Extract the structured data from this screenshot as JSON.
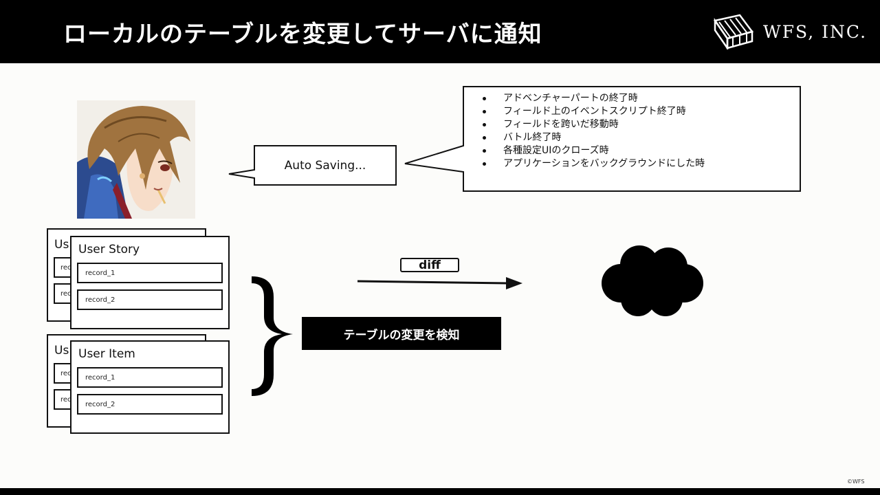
{
  "slide": {
    "title": "ローカルのテーブルを変更してサーバに通知",
    "company": "WFS, INC.",
    "copyright": "©WFS"
  },
  "speech": {
    "text": "Auto Saving..."
  },
  "events": {
    "items": [
      "アドベンチャーパートの終了時",
      "フィールド上のイベントスクリプト終了時",
      "フィールドを跨いだ移動時",
      "バトル終了時",
      "各種設定UIのクローズ時",
      "アプリケーションをバックグラウンドにした時"
    ]
  },
  "tables": [
    {
      "back_title": "Us",
      "back_records": [
        "record",
        "reco"
      ],
      "title": "User Story",
      "records": [
        "record_1",
        "record_2"
      ]
    },
    {
      "back_title": "Us",
      "back_records": [
        "rec",
        "reco"
      ],
      "title": "User Item",
      "records": [
        "record_1",
        "record_2"
      ]
    }
  ],
  "flow": {
    "diff_label": "diff",
    "detect_label": "テーブルの変更を検知"
  },
  "colors": {
    "header_bg": "#000000",
    "slide_bg": "#fcfcfa",
    "ink": "#111111"
  }
}
